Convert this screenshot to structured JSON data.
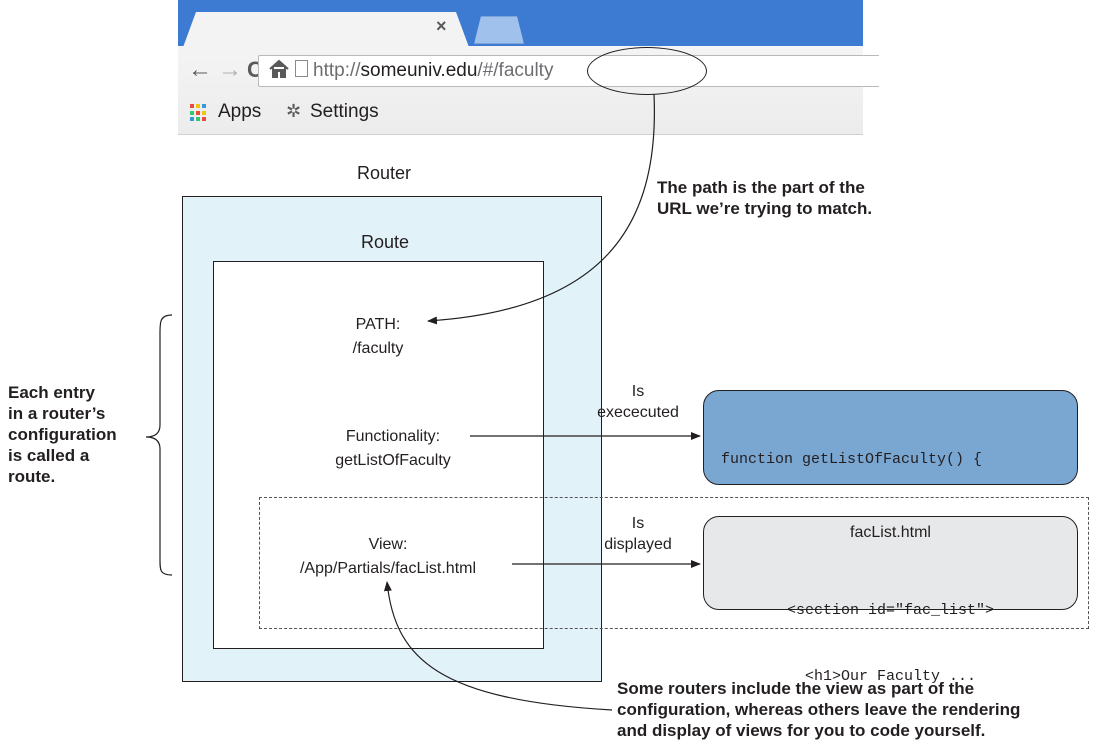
{
  "browser": {
    "tab_close": "×",
    "nav": {
      "back": "←",
      "forward": "→",
      "reload": "C",
      "home": "⌂"
    },
    "url_prefix": "http://",
    "url_host": "someuniv.edu",
    "url_path": "/#/faculty",
    "bookmarks": {
      "apps": "Apps",
      "settings": "Settings"
    },
    "colors": {
      "chrome": "#3d7bd3",
      "tab": "#f3f3f3"
    }
  },
  "diagram": {
    "router_title": "Router",
    "route_title": "Route",
    "path_label": "PATH:",
    "path_value": "/faculty",
    "functionality_label": "Functionality:",
    "functionality_value": "getListOfFaculty",
    "view_label": "View:",
    "view_value": "/App/Partials/facList.html",
    "is_executed": [
      "Is",
      "exececuted"
    ],
    "is_displayed": [
      "Is",
      "displayed"
    ],
    "function_code": [
      "function getListOfFaculty() {",
      "...",
      "}"
    ],
    "view_file": "facList.html",
    "view_code": [
      "<section id=\"fac_list\">",
      "<h1>Our Faculty ..."
    ]
  },
  "annotations": {
    "path_note": [
      "The path is the part of the",
      "URL we’re trying to match."
    ],
    "route_note": [
      "Each entry",
      "in a router’s",
      "configuration",
      "is called a",
      "route."
    ],
    "view_note": [
      "Some routers include the view as part of the",
      "configuration, whereas others leave the rendering",
      "and display of views for you to code yourself."
    ]
  },
  "colors": {
    "router_fill": "#e1f2f9",
    "func_box": "#7aa6d2",
    "view_box": "#e7e8e9"
  }
}
